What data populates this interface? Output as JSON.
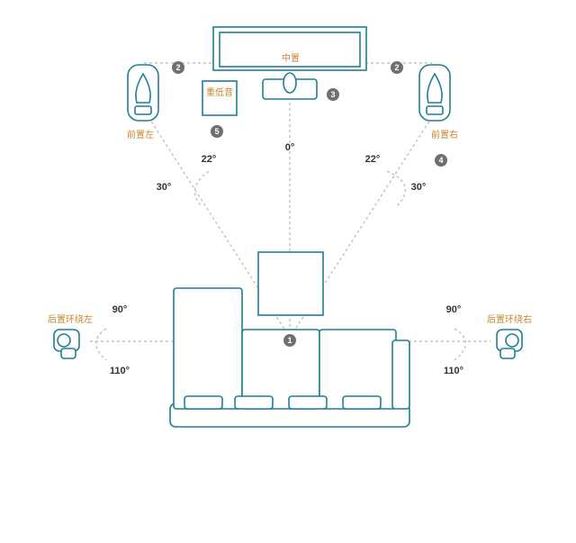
{
  "labels": {
    "center": "中置",
    "subwoofer": "重低音",
    "front_left": "前置左",
    "front_right": "前置右",
    "surround_left": "后置环绕左",
    "surround_right": "后置环绕右"
  },
  "angles": {
    "zero": "0°",
    "left_22": "22°",
    "left_30": "30°",
    "right_22": "22°",
    "right_30": "30°",
    "left_90": "90°",
    "left_110": "110°",
    "right_90": "90°",
    "right_110": "110°"
  },
  "badges": {
    "listener": "1",
    "front_left_distance": "2",
    "front_right_distance": "2",
    "center": "3",
    "front_right": "4",
    "subwoofer": "5"
  },
  "colors": {
    "outline": "#1f7f94",
    "label": "#c9862f",
    "guide": "#b8b8b8",
    "badge": "#6f6f6f"
  }
}
